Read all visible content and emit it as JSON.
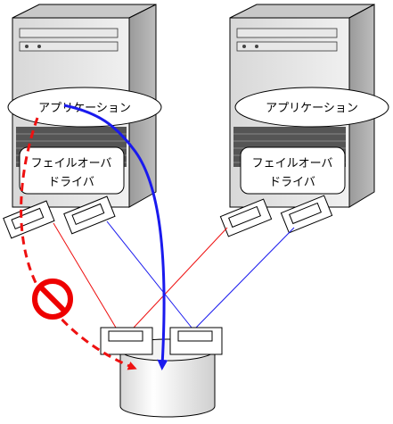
{
  "servers": [
    {
      "app_label": "アプリケーション",
      "driver_line1": "フェイルオーバ",
      "driver_line2": "ドライバ"
    },
    {
      "app_label": "アプリケーション",
      "driver_line1": "フェイルオーバ",
      "driver_line2": "ドライバ"
    }
  ],
  "colors": {
    "failed_path": "#ee1111",
    "active_path": "#1a1aee",
    "prohibited_sign": "#ee0000",
    "outline": "#000000"
  },
  "icons": [
    "server-tower-icon",
    "hba-card-icon",
    "disk-storage-icon",
    "prohibited-icon"
  ]
}
